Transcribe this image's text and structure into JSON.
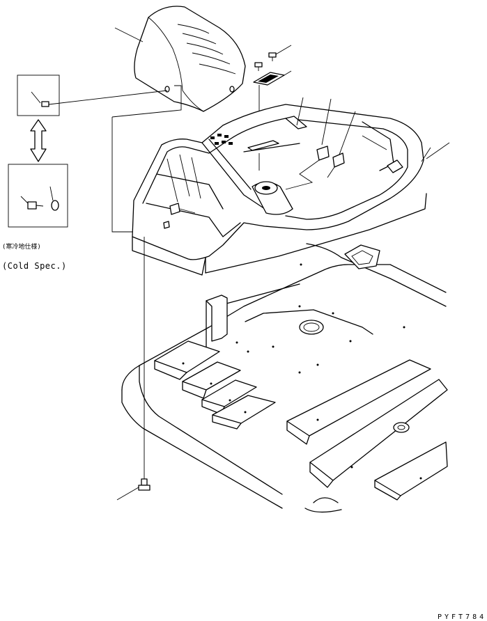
{
  "diagram": {
    "notes": {
      "cold_spec_jp": "(寒冷地仕様)",
      "cold_spec_en": "(Cold Spec.)"
    },
    "drawing_code": "PYFT784",
    "colors": {
      "line": "#000000",
      "background": "#ffffff"
    }
  }
}
